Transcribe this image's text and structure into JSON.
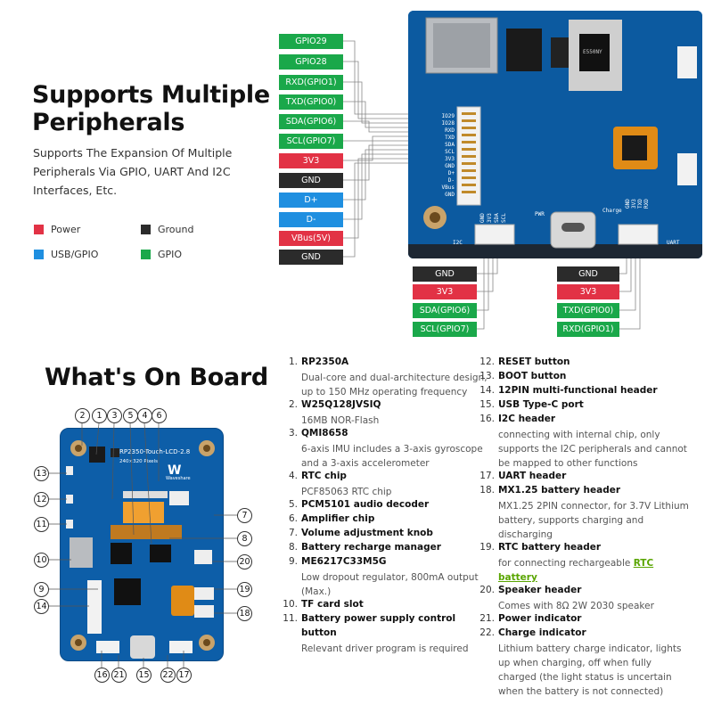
{
  "peripherals": {
    "title_line1": "Supports Multiple",
    "title_line2": "Peripherals",
    "desc_line1": "Supports The Expansion Of Multiple",
    "desc_line2": "Peripherals Via GPIO, UART And I2C",
    "desc_line3": "Interfaces, Etc.",
    "legend": [
      {
        "label": "Power",
        "color": "#e23245"
      },
      {
        "label": "Ground",
        "color": "#2b2b2b"
      },
      {
        "label": "USB/GPIO",
        "color": "#1f8fe0"
      },
      {
        "label": "GPIO",
        "color": "#1aa84a"
      }
    ],
    "left_header_pins": [
      {
        "label": "GPIO29",
        "color": "green"
      },
      {
        "label": "GPIO28",
        "color": "green"
      },
      {
        "label": "RXD(GPIO1)",
        "color": "green"
      },
      {
        "label": "TXD(GPIO0)",
        "color": "green"
      },
      {
        "label": "SDA(GPIO6)",
        "color": "green"
      },
      {
        "label": "SCL(GPIO7)",
        "color": "green"
      },
      {
        "label": "3V3",
        "color": "red"
      },
      {
        "label": "GND",
        "color": "dark"
      },
      {
        "label": "D+",
        "color": "blue"
      },
      {
        "label": "D-",
        "color": "blue"
      },
      {
        "label": "VBus(5V)",
        "color": "red"
      },
      {
        "label": "GND",
        "color": "dark"
      }
    ],
    "i2c_pins": [
      {
        "label": "GND",
        "color": "dark"
      },
      {
        "label": "3V3",
        "color": "red"
      },
      {
        "label": "SDA(GPIO6)",
        "color": "green"
      },
      {
        "label": "SCL(GPIO7)",
        "color": "green"
      }
    ],
    "uart_pins": [
      {
        "label": "GND",
        "color": "dark"
      },
      {
        "label": "3V3",
        "color": "red"
      },
      {
        "label": "TXD(GPIO0)",
        "color": "green"
      },
      {
        "label": "RXD(GPIO1)",
        "color": "green"
      }
    ],
    "board_silk": {
      "header_pins": [
        "IO29",
        "IO28",
        "RXD",
        "TXD",
        "SDA",
        "SCL",
        "3V3",
        "GND",
        "D+",
        "D-",
        "VBus",
        "GND"
      ],
      "i2c_pins": [
        "GND",
        "3V3",
        "SDA",
        "SCL"
      ],
      "uart_pins": [
        "GND",
        "3V3",
        "TXD",
        "RXD"
      ],
      "pwr": "PWR",
      "charge": "Charge",
      "i2c": "I2C",
      "uart": "UART",
      "chip_mark": "E550NY"
    }
  },
  "onboard": {
    "title": "What's On Board",
    "board_text": {
      "name": "RP2350-Touch-LCD-2.8",
      "res": "240×320 Pixels",
      "brand": "Waveshare"
    },
    "callouts_top": [
      "2",
      "1",
      "3",
      "5",
      "4",
      "6"
    ],
    "callouts_left": [
      "13",
      "12",
      "11",
      "10",
      "9",
      "14"
    ],
    "callouts_right": [
      "7",
      "8",
      "20",
      "19",
      "18"
    ],
    "callouts_bottom": [
      "16",
      "21",
      "15",
      "22",
      "17"
    ],
    "items_left": [
      {
        "num": "1.",
        "title": "RP2350A",
        "desc": [
          "Dual-core and dual-architecture design,",
          "up to 150 MHz operating frequency"
        ]
      },
      {
        "num": "2.",
        "title": "W25Q128JVSIQ",
        "desc": [
          "16MB NOR-Flash"
        ]
      },
      {
        "num": "3.",
        "title": "QMI8658",
        "desc": [
          "6-axis IMU includes a 3-axis gyroscope",
          "and a 3-axis accelerometer"
        ]
      },
      {
        "num": "4.",
        "title": "RTC chip",
        "desc": [
          "PCF85063 RTC chip"
        ]
      },
      {
        "num": "5.",
        "title": "PCM5101 audio decoder",
        "desc": []
      },
      {
        "num": "6.",
        "title": "Amplifier chip",
        "desc": []
      },
      {
        "num": "7.",
        "title": "Volume adjustment knob",
        "desc": []
      },
      {
        "num": "8.",
        "title": "Battery recharge manager",
        "desc": []
      },
      {
        "num": "9.",
        "title": "ME6217C33M5G",
        "desc": [
          "Low dropout regulator, 800mA output",
          "(Max.)"
        ]
      },
      {
        "num": "10.",
        "title": "TF card slot",
        "desc": []
      },
      {
        "num": "11.",
        "title": "Battery power supply control",
        "title2": "button",
        "desc": [
          "Relevant driver program is required"
        ]
      }
    ],
    "items_right": [
      {
        "num": "12.",
        "title": "RESET button",
        "desc": []
      },
      {
        "num": "13.",
        "title": "BOOT button",
        "desc": []
      },
      {
        "num": "14.",
        "title": "12PIN multi-functional header",
        "desc": []
      },
      {
        "num": "15.",
        "title": "USB Type-C port",
        "desc": []
      },
      {
        "num": "16.",
        "title": "I2C header",
        "desc": [
          "connecting with internal chip, only",
          "supports the I2C peripherals and cannot",
          "be mapped to other functions"
        ]
      },
      {
        "num": "17.",
        "title": "UART header",
        "desc": []
      },
      {
        "num": "18.",
        "title": "MX1.25 battery header",
        "desc": [
          "MX1.25 2PIN connector, for 3.7V Lithium",
          "battery, supports charging and",
          "discharging"
        ]
      },
      {
        "num": "19.",
        "title": "RTC battery header",
        "desc": [
          "for connecting rechargeable "
        ],
        "link1": "RTC",
        "link2": "battery"
      },
      {
        "num": "20.",
        "title": "Speaker header",
        "desc": [
          "Comes with 8Ω 2W 2030 speaker"
        ]
      },
      {
        "num": "21.",
        "title": "Power indicator",
        "desc": []
      },
      {
        "num": "22.",
        "title": "Charge indicator",
        "desc": [
          "Lithium battery charge indicator, lights",
          "up when charging, off when fully",
          "charged (the light status is uncertain",
          "when the battery is not connected)"
        ]
      }
    ]
  }
}
